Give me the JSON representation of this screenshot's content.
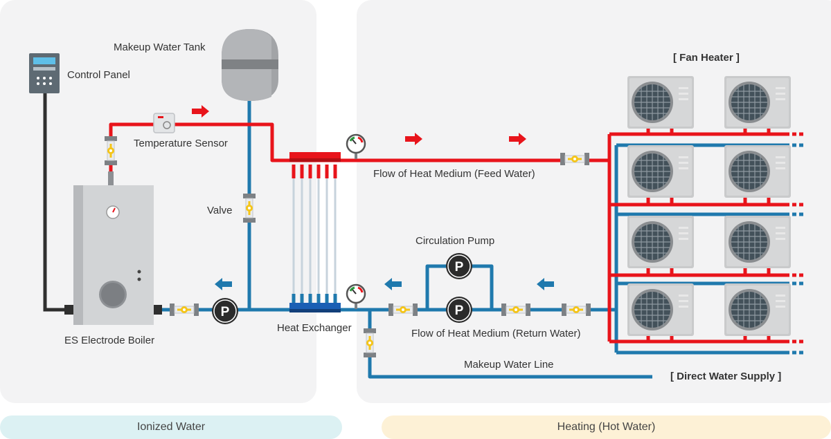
{
  "labels": {
    "control_panel": "Control Panel",
    "makeup_tank": "Makeup Water Tank",
    "temp_sensor": "Temperature Sensor",
    "valve": "Valve",
    "boiler": "ES Electrode Boiler",
    "heat_exchanger": "Heat Exchanger",
    "feed_water": "Flow of Heat Medium (Feed Water)",
    "circulation_pump": "Circulation Pump",
    "return_water": "Flow of Heat Medium (Return Water)",
    "makeup_line": "Makeup Water Line",
    "fan_heater": "[ Fan Heater ]",
    "direct_supply": "[ Direct Water Supply ]",
    "pump_symbol": "P"
  },
  "zones": {
    "left": "Ionized Water",
    "right": "Heating (Hot Water)"
  },
  "colors": {
    "feed": "#e8141b",
    "return": "#1f79ad",
    "panel_bg": "#f3f3f4",
    "left_pill": "#dcf1f3",
    "right_pill": "#fdf1d6",
    "valve": "#f5c518",
    "pump": "#2b2b2b"
  }
}
